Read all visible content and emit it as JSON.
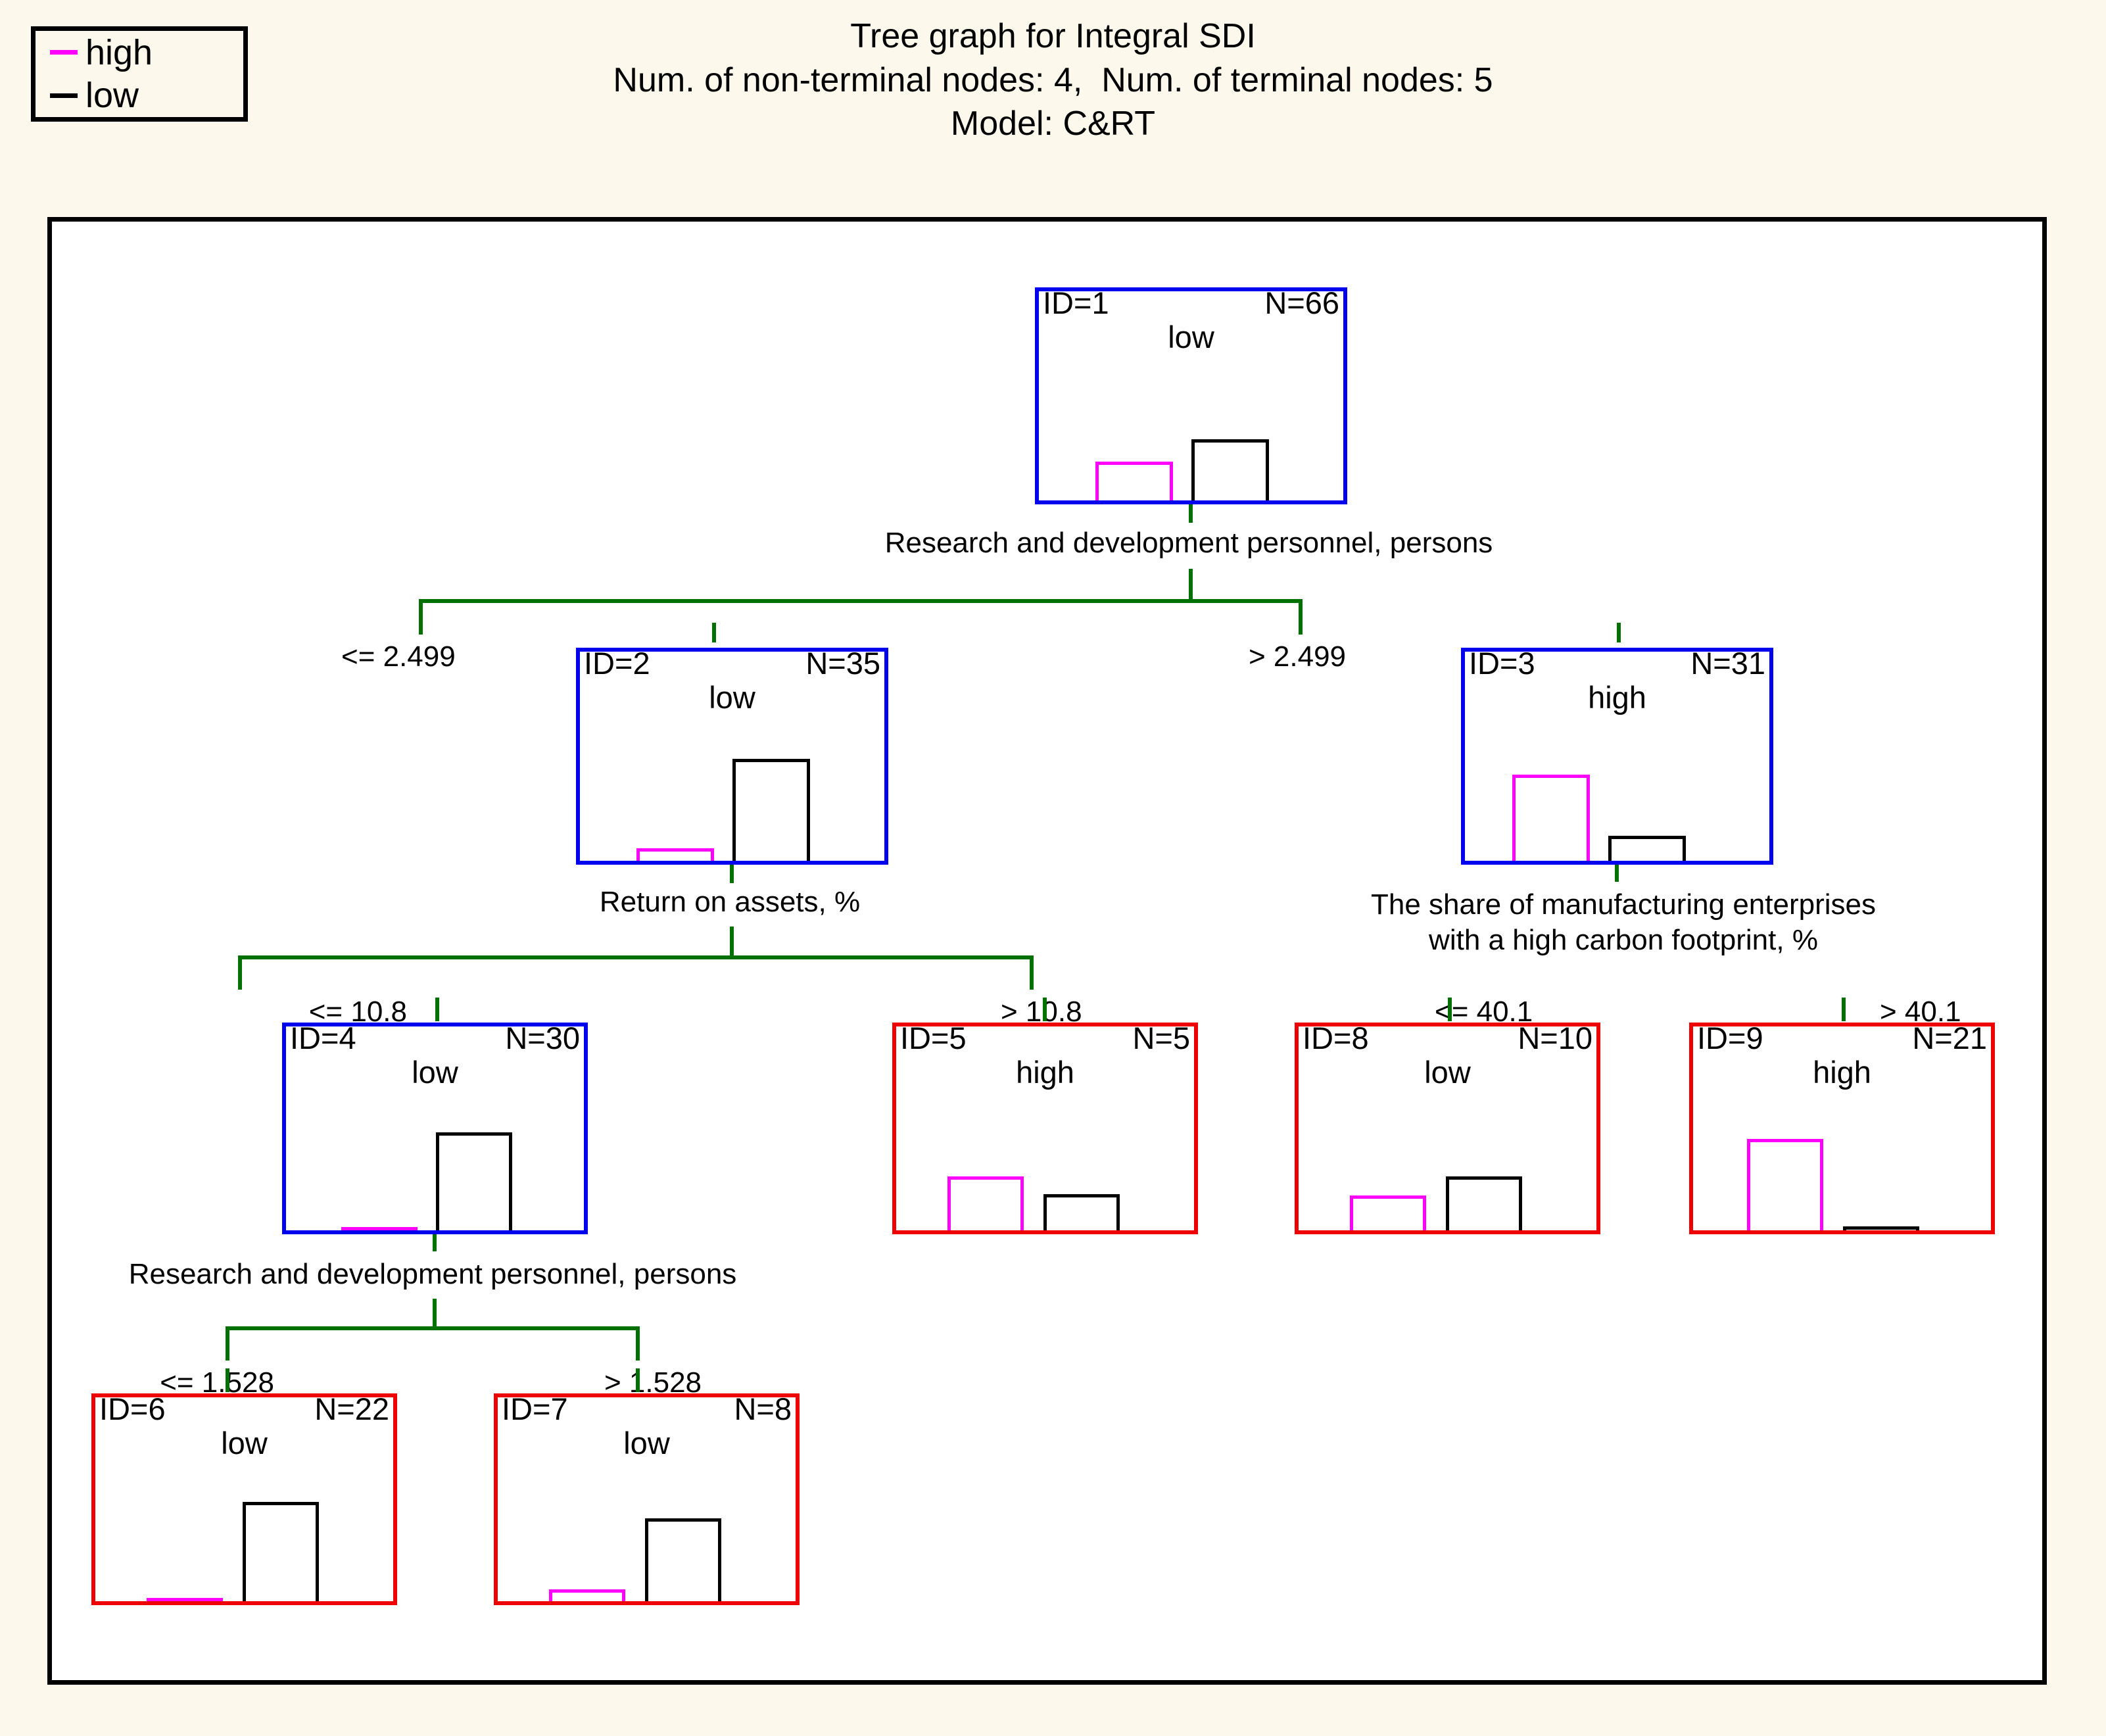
{
  "legend": {
    "items": [
      {
        "label": "high",
        "color": "#ff00ff"
      },
      {
        "label": "low",
        "color": "#000000"
      }
    ]
  },
  "titles": {
    "line1": "Tree graph for Integral SDI",
    "line2": "Num. of non-terminal nodes: 4,  Num. of terminal nodes: 5",
    "line3": "Model: C&RT"
  },
  "colors": {
    "background": "#fdf8ec",
    "plot_background": "#ffffff",
    "frame": "#000000",
    "non_terminal_border": "#0000ee",
    "terminal_border": "#ee0000",
    "connector": "#007000",
    "class_high": "#ff00ff",
    "class_low": "#000000"
  },
  "chart_data": {
    "type": "tree",
    "title": "Tree graph for Integral SDI",
    "model": "C&RT",
    "num_non_terminal_nodes": 4,
    "num_terminal_nodes": 5,
    "classes": [
      "high",
      "low"
    ],
    "nodes": [
      {
        "id": "ID=1",
        "n": "N=66",
        "predicted_class": "low",
        "terminal": false,
        "counts": {
          "high": 0.4,
          "low": 0.6
        }
      },
      {
        "id": "ID=2",
        "n": "N=35",
        "predicted_class": "low",
        "terminal": false,
        "counts": {
          "high": 0.11,
          "low": 0.89
        }
      },
      {
        "id": "ID=3",
        "n": "N=31",
        "predicted_class": "high",
        "terminal": false,
        "counts": {
          "high": 0.77,
          "low": 0.23
        }
      },
      {
        "id": "ID=4",
        "n": "N=30",
        "predicted_class": "low",
        "terminal": false,
        "counts": {
          "high": 0.03,
          "low": 0.97
        }
      },
      {
        "id": "ID=5",
        "n": "N=5",
        "predicted_class": "high",
        "terminal": true,
        "counts": {
          "high": 0.6,
          "low": 0.4
        }
      },
      {
        "id": "ID=8",
        "n": "N=10",
        "predicted_class": "low",
        "terminal": true,
        "counts": {
          "high": 0.4,
          "low": 0.6
        }
      },
      {
        "id": "ID=9",
        "n": "N=21",
        "predicted_class": "high",
        "terminal": true,
        "counts": {
          "high": 0.9,
          "low": 0.1
        }
      },
      {
        "id": "ID=6",
        "n": "N=22",
        "predicted_class": "low",
        "terminal": true,
        "counts": {
          "high": 0.01,
          "low": 0.99
        }
      },
      {
        "id": "ID=7",
        "n": "N=8",
        "predicted_class": "low",
        "terminal": true,
        "counts": {
          "high": 0.13,
          "low": 0.87
        }
      }
    ],
    "splits": [
      {
        "parent": "ID=1",
        "variable": "Research and development personnel, persons",
        "left_label": "<= 2.499",
        "right_label": "> 2.499",
        "left_child": "ID=2",
        "right_child": "ID=3"
      },
      {
        "parent": "ID=2",
        "variable": "Return on assets, %",
        "left_label": "<= 10.8",
        "right_label": "> 10.8",
        "left_child": "ID=4",
        "right_child": "ID=5"
      },
      {
        "parent": "ID=3",
        "variable_line1": "The share of manufacturing enterprises",
        "variable_line2": "with a high carbon footprint, %",
        "left_label": "<= 40.1",
        "right_label": "> 40.1",
        "left_child": "ID=8",
        "right_child": "ID=9"
      },
      {
        "parent": "ID=4",
        "variable": "Research and development personnel, persons",
        "left_label": "<= 1.528",
        "right_label": "> 1.528",
        "left_child": "ID=6",
        "right_child": "ID=7"
      }
    ]
  }
}
